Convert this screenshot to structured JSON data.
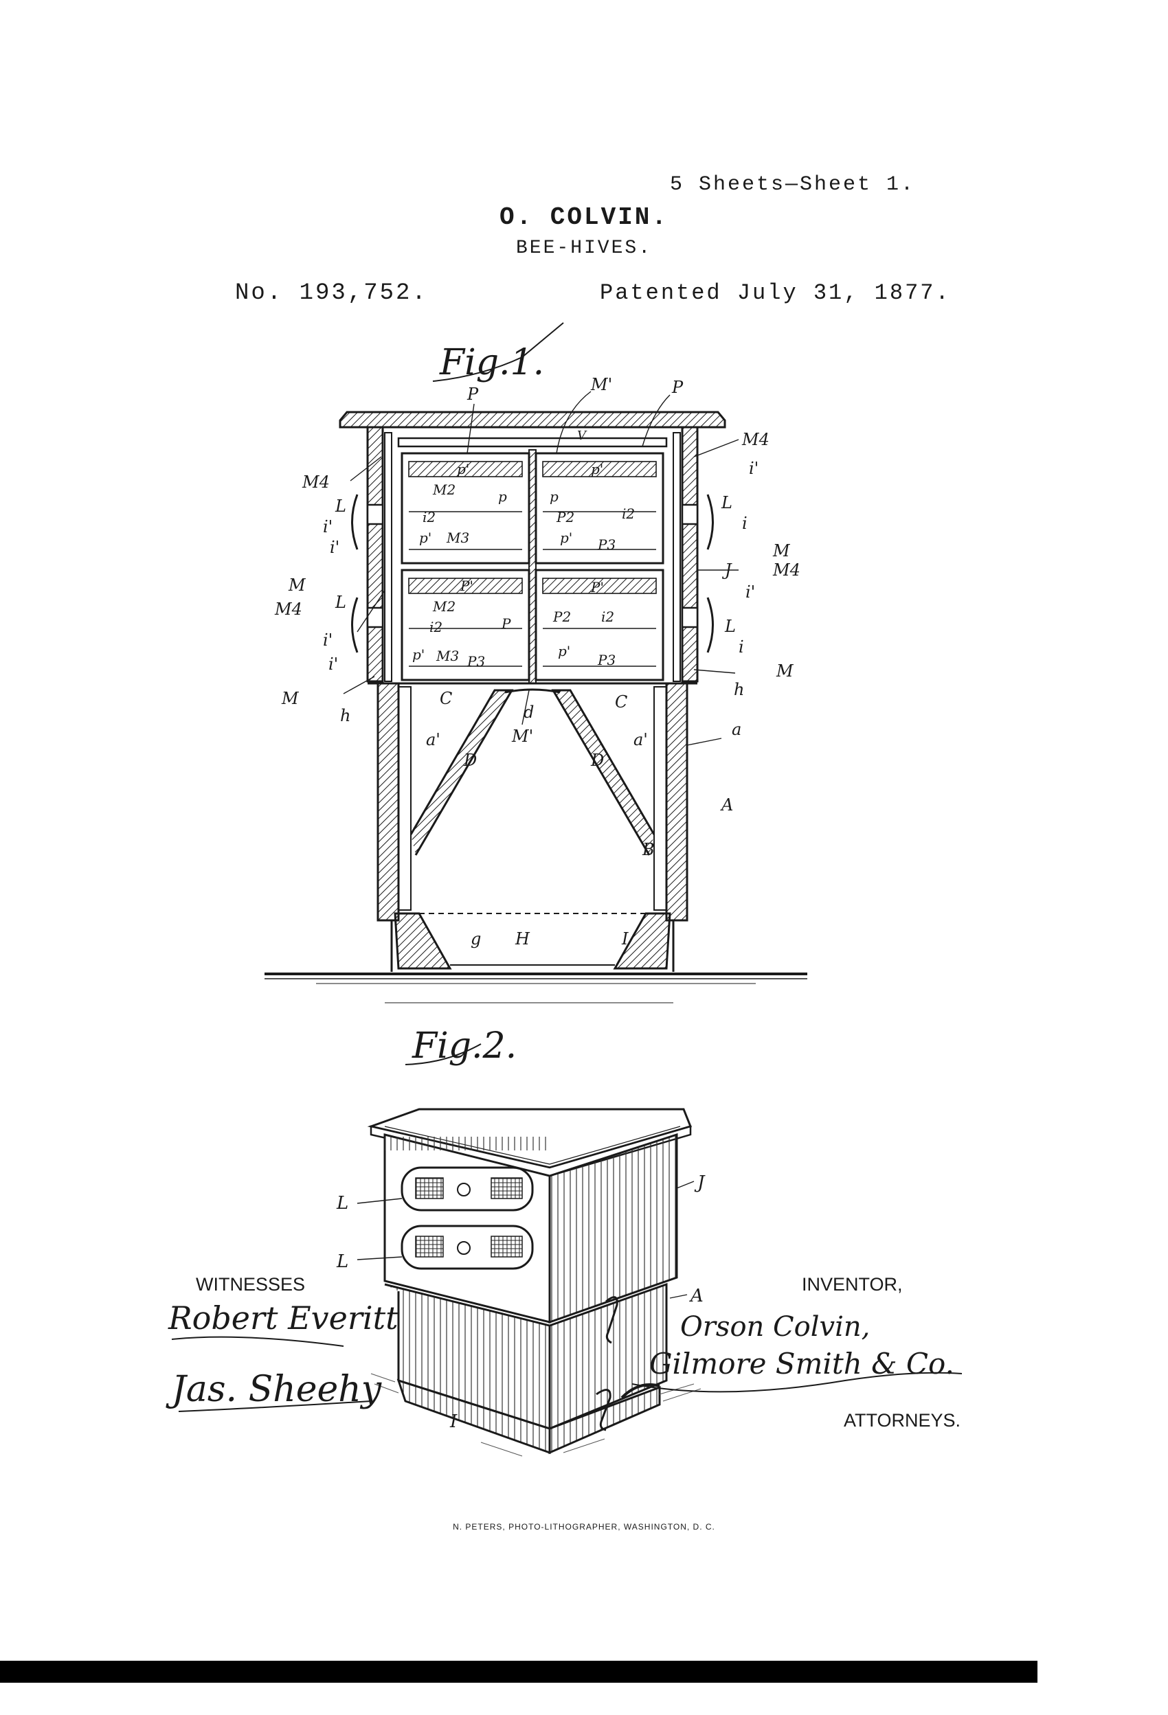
{
  "header": {
    "sheet_info": "5 Sheets—Sheet 1.",
    "inventor_name": "O. COLVIN.",
    "title": "BEE-HIVES.",
    "patent_number": "No. 193,752.",
    "patent_date": "Patented July 31, 1877."
  },
  "figures": {
    "fig1_label": "Fig.1.",
    "fig2_label": "Fig.2.",
    "fig1_refs": {
      "P_top_left": "P",
      "M1_top": "M'",
      "P_top_right": "P",
      "M4_left_upper": "M4",
      "L_left_upper": "L",
      "i1_left_upper": "i'",
      "i_left_upper": "i'",
      "M_left_mid": "M",
      "M4_left_mid": "M4",
      "L_left_lower": "L",
      "i1_left_lower": "i'",
      "i_left_lower": "i'",
      "M_left_bottom": "M",
      "h_left": "h",
      "M4_right_upper": "M4",
      "i1_right_upper": "i'",
      "L_right_upper": "L",
      "i_right_upper": "i",
      "M_right_mid": "M",
      "J_right": "J",
      "M4_right_mid": "M4",
      "i1_right_mid": "i'",
      "L_right_lower": "L",
      "i_right_lower": "i",
      "M_right_lower": "M",
      "h_right": "h",
      "a_right": "a",
      "A_right": "A",
      "p1_c1": "p'",
      "M2_c1": "M2",
      "i2_c1": "i2",
      "p_c1": "p",
      "p1b_c1": "p'",
      "M3_c1": "M3",
      "p1_c2": "p'",
      "p_c2": "p",
      "p2_c2": "P2",
      "i2_c2": "i2",
      "p1b_c2": "p'",
      "p3_c2": "P3",
      "p1_c3": "P'",
      "M2_c3": "M2",
      "i2_c3": "i2",
      "P_c3": "P",
      "p1b_c3": "p'",
      "M3_c3": "M3",
      "p3_c3": "P3",
      "p1_c4": "P'",
      "p2_c4": "P2",
      "i2_c4": "i2",
      "p1b_c4": "p'",
      "p3_c4": "P3",
      "V": "V",
      "C_left": "C",
      "C_right": "C",
      "d": "d",
      "M1_bottom": "M'",
      "a1_left": "a'",
      "a1_right": "a'",
      "D_left": "D",
      "D_right": "D",
      "B": "B",
      "g": "g",
      "H": "H",
      "I": "I"
    },
    "fig2_refs": {
      "L_upper": "L",
      "L_lower": "L",
      "J": "J",
      "A": "A",
      "I": "I"
    }
  },
  "signatures": {
    "witnesses_label": "WITNESSES",
    "inventor_label": "INVENTOR,",
    "attorneys_label": "ATTORNEYS.",
    "witness_1": "Robert Everitt",
    "witness_2": "Jas. Sheehy",
    "inventor_signature": "Orson Colvin,",
    "attorney_signature": "Gilmore Smith & Co."
  },
  "footer": {
    "printer_credit": "N. PETERS, PHOTO-LITHOGRAPHER, WASHINGTON, D. C."
  }
}
